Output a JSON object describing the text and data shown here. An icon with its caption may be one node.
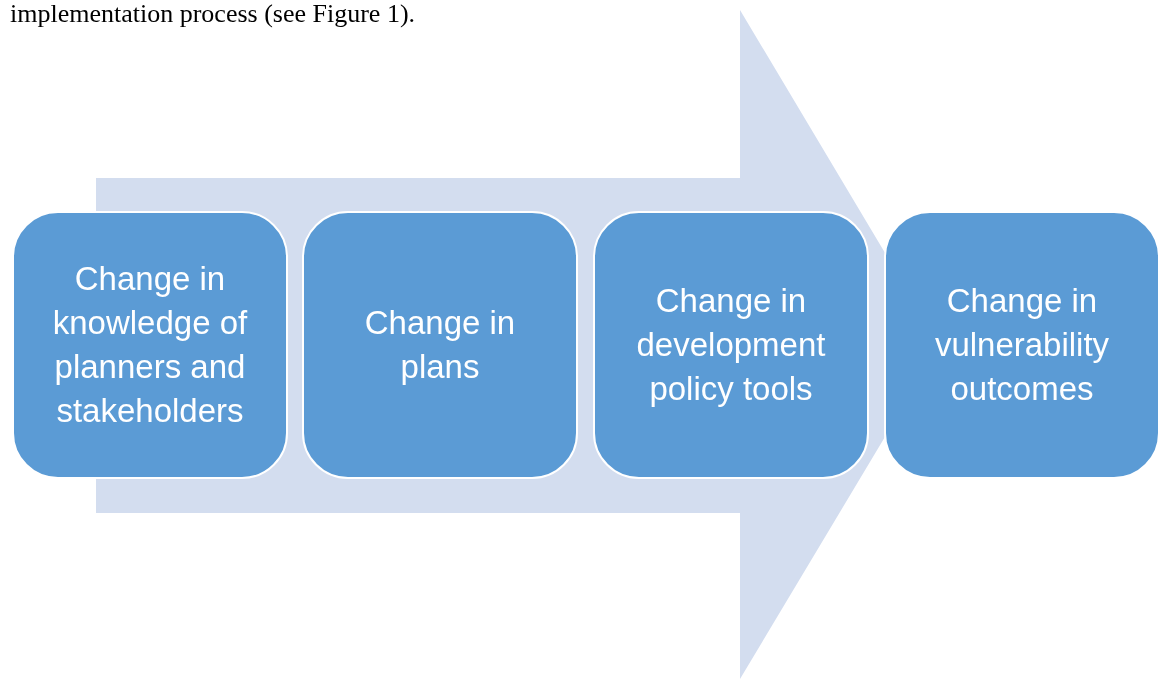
{
  "diagram": {
    "nodes": [
      {
        "text": [
          "Change in knowledge of planners and stakeholders"
        ]
      },
      {
        "text": [
          "Change in plans"
        ]
      },
      {
        "text": [
          "Change in development policy tools"
        ]
      },
      {
        "text": [
          "Change in vulnerability outcomes"
        ]
      }
    ],
    "edges": [
      {
        "from": 0,
        "to": 3,
        "arrow": "to"
      }
    ],
    "labels": [
      "implementation process (see Figure 1)."
    ]
  }
}
